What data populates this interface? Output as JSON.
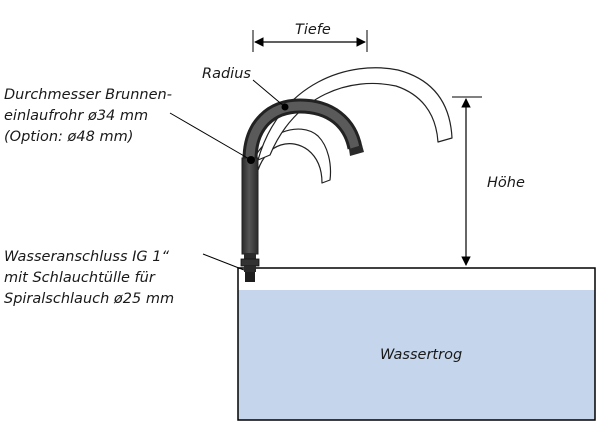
{
  "labels": {
    "tiefe": "Tiefe",
    "radius": "Radius",
    "hoehe": "Höhe",
    "wassertrog": "Wassertrog",
    "durchmesser": [
      "Durchmesser Brunnen-",
      "einlaufrohr ø34 mm",
      "(Option: ø48 mm)"
    ],
    "wasseranschluss": [
      "Wasseranschluss IG 1“",
      "mit Schlauchtülle für",
      "Spiralschlauch ø25 mm"
    ]
  },
  "colors": {
    "pipe": "#3a3a3a",
    "water": "#c5d6ec",
    "outline": "#000000"
  }
}
